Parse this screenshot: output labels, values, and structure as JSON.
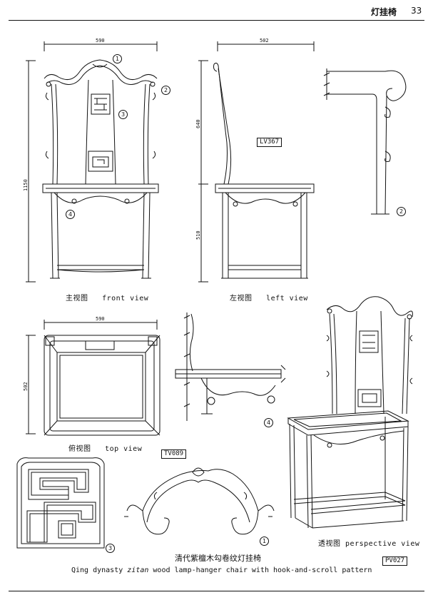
{
  "header": {
    "title": "灯挂椅",
    "page": "33"
  },
  "views": {
    "front": {
      "cn": "主视图",
      "en": "front view"
    },
    "left": {
      "cn": "左视图",
      "en": "left view"
    },
    "top": {
      "cn": "俯视图",
      "en": "top view"
    },
    "perspective": {
      "cn": "透视图",
      "en": "perspective view"
    }
  },
  "codes": {
    "lv": "LV367",
    "tv": "TV089",
    "pv": "PV027"
  },
  "dimensions": {
    "front_width": "590",
    "front_height": "1150",
    "left_depth": "502",
    "left_upper": "640",
    "left_lower": "510",
    "top_width": "590",
    "top_depth": "502"
  },
  "callouts": {
    "one": "1",
    "two": "2",
    "three": "3",
    "four": "4"
  },
  "title": {
    "cn": "清代紫檀木勾卷纹灯挂椅",
    "en_prefix": "Qing dynasty ",
    "en_italic": "zitan",
    "en_suffix": " wood lamp-hanger chair with hook-and-scroll pattern"
  }
}
